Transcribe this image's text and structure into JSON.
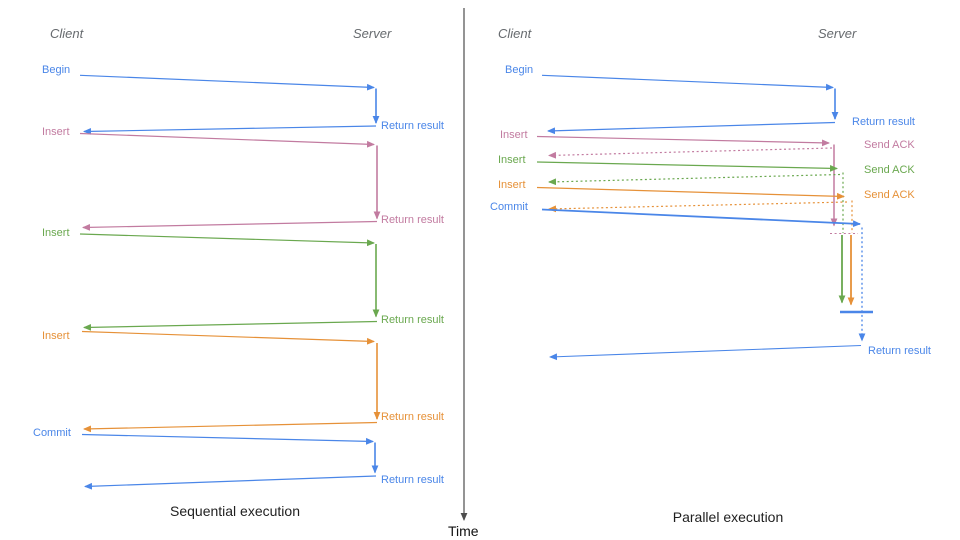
{
  "diagram": {
    "left": {
      "client": "Client",
      "server": "Server",
      "caption": "Sequential execution",
      "rows": [
        {
          "request": "Begin",
          "response": "Return result",
          "color": "blue"
        },
        {
          "request": "Insert",
          "response": "Return result",
          "color": "pink"
        },
        {
          "request": "Insert",
          "response": "Return result",
          "color": "green"
        },
        {
          "request": "Insert",
          "response": "Return result",
          "color": "orange"
        },
        {
          "request": "Commit",
          "response": "Return result",
          "color": "blue"
        }
      ]
    },
    "right": {
      "client": "Client",
      "server": "Server",
      "caption": "Parallel execution",
      "rows": [
        {
          "request": "Begin",
          "response": "Return result",
          "color": "blue"
        },
        {
          "request": "Insert",
          "response": "Send ACK",
          "color": "pink"
        },
        {
          "request": "Insert",
          "response": "Send ACK",
          "color": "green"
        },
        {
          "request": "Insert",
          "response": "Send ACK",
          "color": "orange"
        },
        {
          "request": "Commit",
          "response": "Return result",
          "color": "blue"
        }
      ]
    },
    "time_axis_label": "Time",
    "colors": {
      "blue": "#4a86e8",
      "pink": "#c27ba0",
      "green": "#6aa84f",
      "orange": "#e69138",
      "axis": "#4d4d4d",
      "header": "#666a6e"
    }
  }
}
